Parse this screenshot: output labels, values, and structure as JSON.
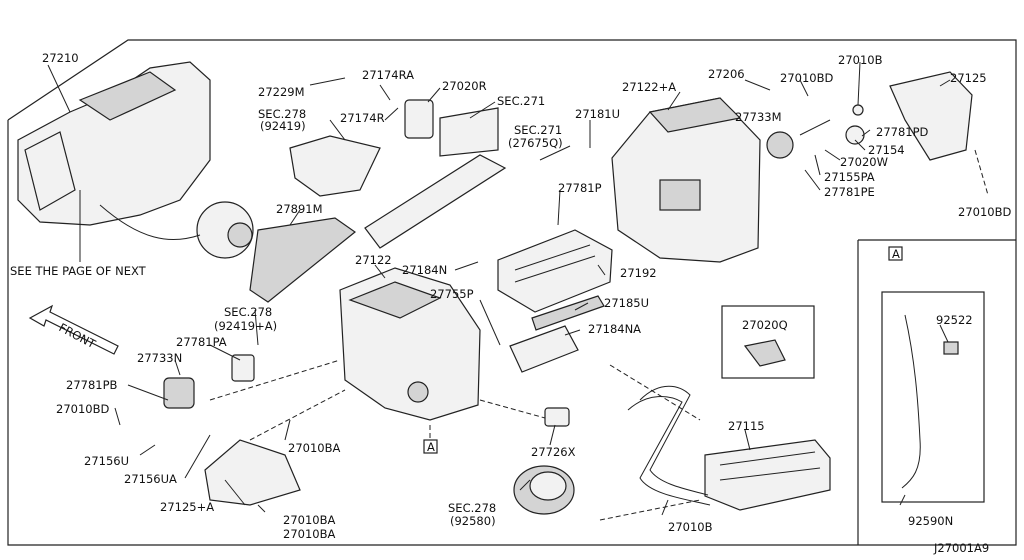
{
  "callouts": {
    "p27210": "27210",
    "p27229M": "27229M",
    "p27174RA": "27174RA",
    "p27020R": "27020R",
    "sec271a": "SEC.271",
    "sec278a": "SEC.278",
    "sec278a_ref": "(92419)",
    "p27174R": "27174R",
    "sec271b": "SEC.271",
    "sec271b_ref": "(27675Q)",
    "p27181U": "27181U",
    "p27122A": "27122+A",
    "p27206": "27206",
    "p27010BD_a": "27010BD",
    "p27010B_a": "27010B",
    "p27125": "27125",
    "p27733M": "27733M",
    "p27781PD": "27781PD",
    "p27154": "27154",
    "p27020W": "27020W",
    "p27155PA": "27155PA",
    "p27781PE": "27781PE",
    "p27010BD_b": "27010BD",
    "p27891M": "27891M",
    "p27781P": "27781P",
    "p27122": "27122",
    "p27184N": "27184N",
    "p27192": "27192",
    "p27755P": "27755P",
    "p27185U": "27185U",
    "sec278b": "SEC.278",
    "sec278b_ref": "(92419+A)",
    "p27184NA": "27184NA",
    "p27020Q": "27020Q",
    "p27781PA": "27781PA",
    "p27733N": "27733N",
    "p27781PB": "27781PB",
    "p27010BD_c": "27010BD",
    "p27010BA_a": "27010BA",
    "p27726X": "27726X",
    "p27156U": "27156U",
    "p27156UA": "27156UA",
    "p27115": "27115",
    "p27125A": "27125+A",
    "p27010BA_b": "27010BA",
    "p27010BA_c": "27010BA",
    "sec278c": "SEC.278",
    "sec278c_ref": "(92580)",
    "p27010B_b": "27010B",
    "p92522": "92522",
    "p92590N": "92590N"
  },
  "notes": {
    "see_next": "SEE THE PAGE OF NEXT",
    "front": "FRONT",
    "ref_a1": "A",
    "ref_a2": "A",
    "diagram_id": "J27001A9"
  }
}
